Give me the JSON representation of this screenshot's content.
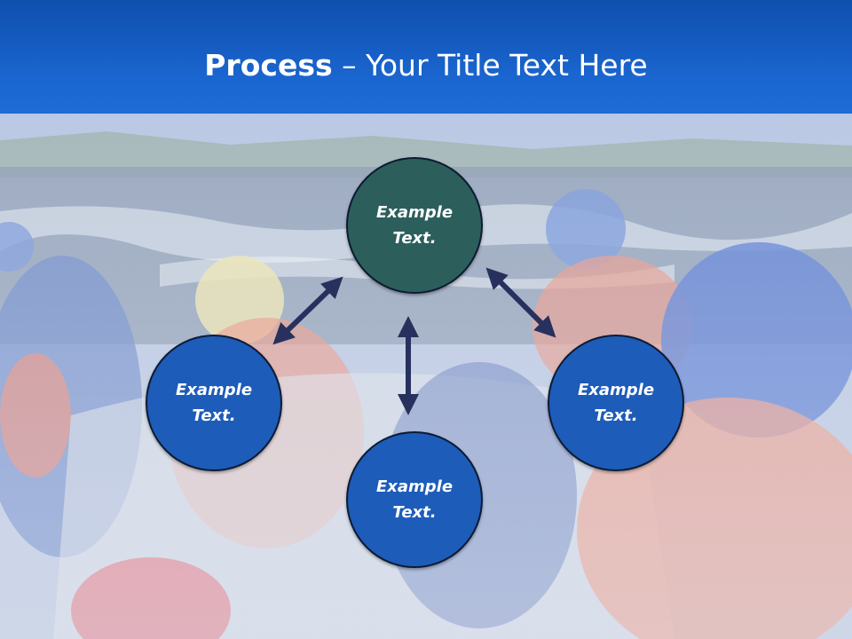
{
  "slide": {
    "title_strong": "Process",
    "title_rest": " – Your Title Text Here"
  },
  "nodes": {
    "top": "Example\nText.",
    "left": "Example\nText.",
    "right": "Example\nText.",
    "bottom": "Example\nText."
  },
  "colors": {
    "header": "#1a66d0",
    "node_top": "#2c5f5c",
    "node_other": "#1d5cb9",
    "arrow": "#28305e"
  },
  "icons": [
    "double-arrow-icon"
  ]
}
